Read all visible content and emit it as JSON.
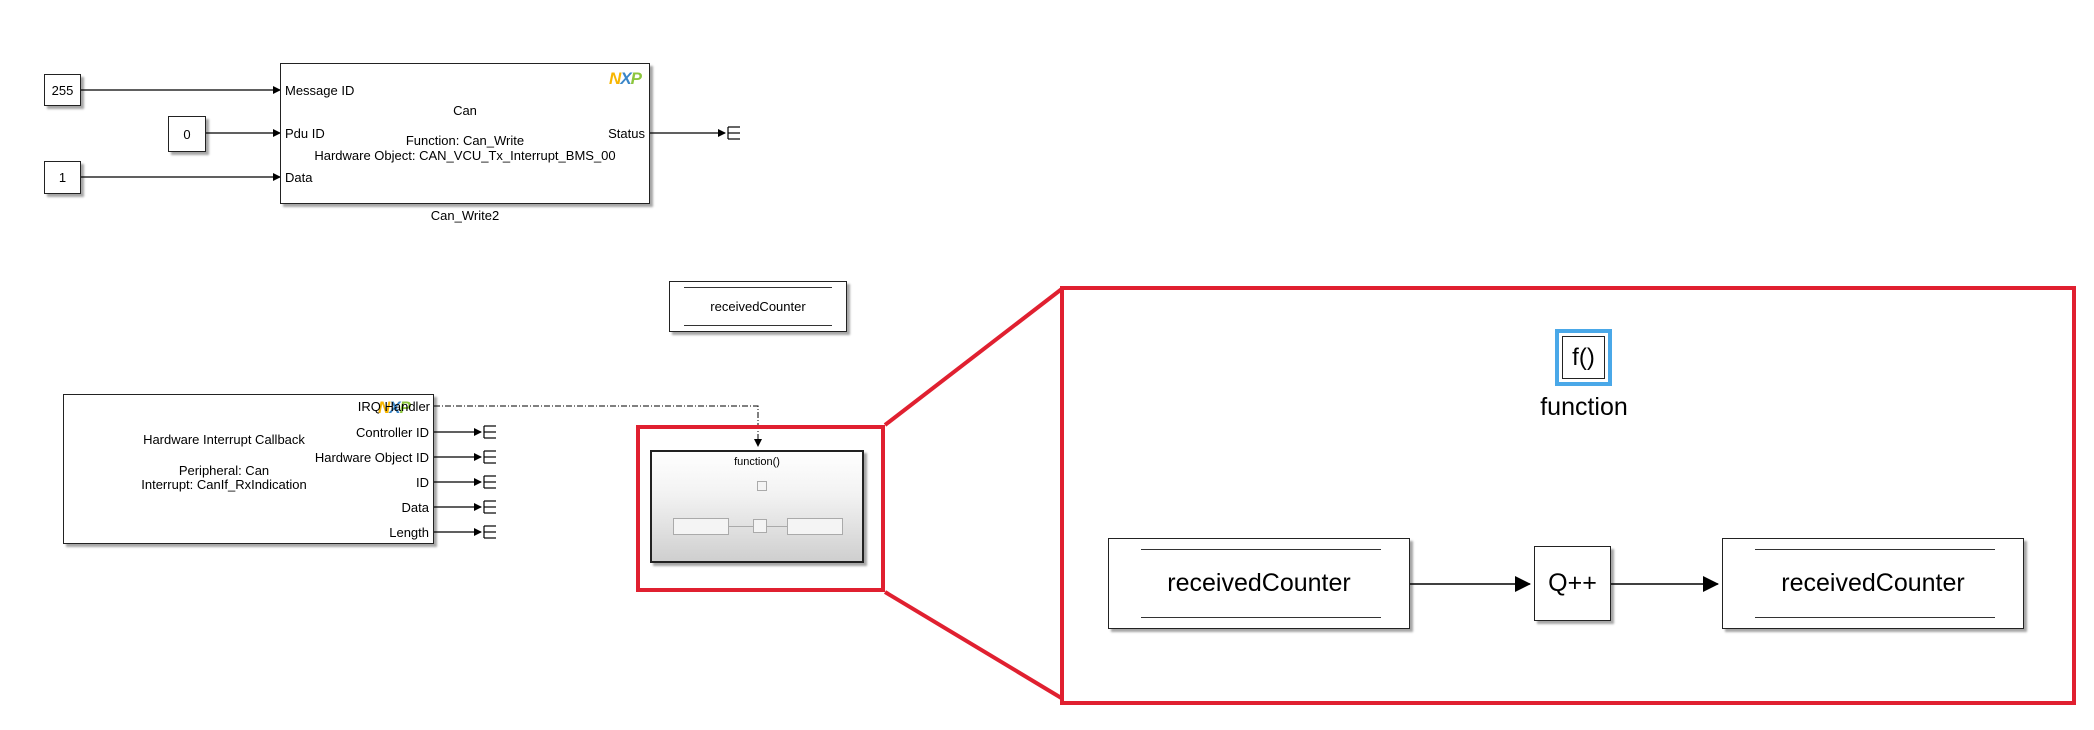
{
  "can_write_block": {
    "name": "Can_Write2",
    "title": "Can",
    "function": "Function: Can_Write",
    "hardware_object": "Hardware Object: CAN_VCU_Tx_Interrupt_BMS_00",
    "inputs": [
      "Message ID",
      "Pdu ID",
      "Data"
    ],
    "outputs": [
      "Status"
    ],
    "logo": {
      "n": "N",
      "x": "X",
      "p": "P"
    }
  },
  "constants": [
    {
      "value": "255"
    },
    {
      "value": "0"
    },
    {
      "value": "1"
    }
  ],
  "data_store_memory": {
    "label": "receivedCounter"
  },
  "irq_block": {
    "title": "Hardware Interrupt Callback",
    "peripheral": "Peripheral: Can",
    "interrupt": "Interrupt: CanIf_RxIndication",
    "outputs": [
      "IRQ Handler",
      "Controller ID",
      "Hardware Object ID",
      "ID",
      "Data",
      "Length"
    ],
    "logo": {
      "n": "N",
      "x": "X",
      "p": "P"
    }
  },
  "function_subsystem": {
    "label": "function()"
  },
  "zoom_view": {
    "trigger_block": {
      "glyph": "f()",
      "label": "function"
    },
    "read_block": {
      "label": "receivedCounter"
    },
    "increment_block": {
      "label": "Q++"
    },
    "write_block": {
      "label": "receivedCounter"
    }
  },
  "colors": {
    "highlight": "#e02030",
    "trigger_border": "#4aa8e8",
    "nxp_n": "#f7b500",
    "nxp_x": "#3a86c8",
    "nxp_p": "#8cc63e"
  }
}
